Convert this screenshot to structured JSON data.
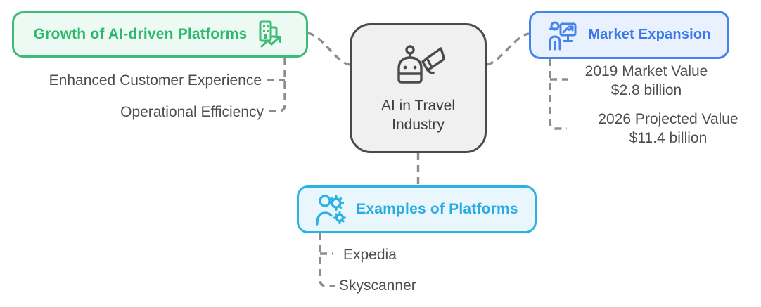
{
  "diagram": {
    "type": "mindmap",
    "center": {
      "label": "AI in Travel Industry",
      "label_lines": [
        "AI in Travel",
        "Industry"
      ],
      "icon": "robot-megaphone-icon"
    },
    "branches": {
      "growth": {
        "label": "Growth of AI-driven Platforms",
        "icon": "building-growth-icon",
        "children": [
          "Enhanced Customer Experience",
          "Operational Efficiency"
        ]
      },
      "market": {
        "label": "Market Expansion",
        "icon": "presentation-chart-icon",
        "children": [
          {
            "lines": [
              "2019 Market Value",
              "$2.8 billion"
            ]
          },
          {
            "lines": [
              "2026 Projected Value",
              "$11.4 billion"
            ]
          }
        ]
      },
      "examples": {
        "label": "Examples of Platforms",
        "icon": "person-gear-icon",
        "children": [
          "Expedia",
          "Skyscanner"
        ]
      }
    },
    "colors": {
      "growth_accent": "#3cbc75",
      "growth_bg": "#edfaf3",
      "market_accent": "#4583ec",
      "market_bg": "#e9f1fe",
      "examples_accent": "#29b2e2",
      "examples_bg": "#e9f7fd",
      "center_border": "#4a4a4a",
      "center_bg": "#f0f0f0",
      "text": "#4d4d4d",
      "connector": "#8d8d8d",
      "background": "#ffffff"
    }
  }
}
